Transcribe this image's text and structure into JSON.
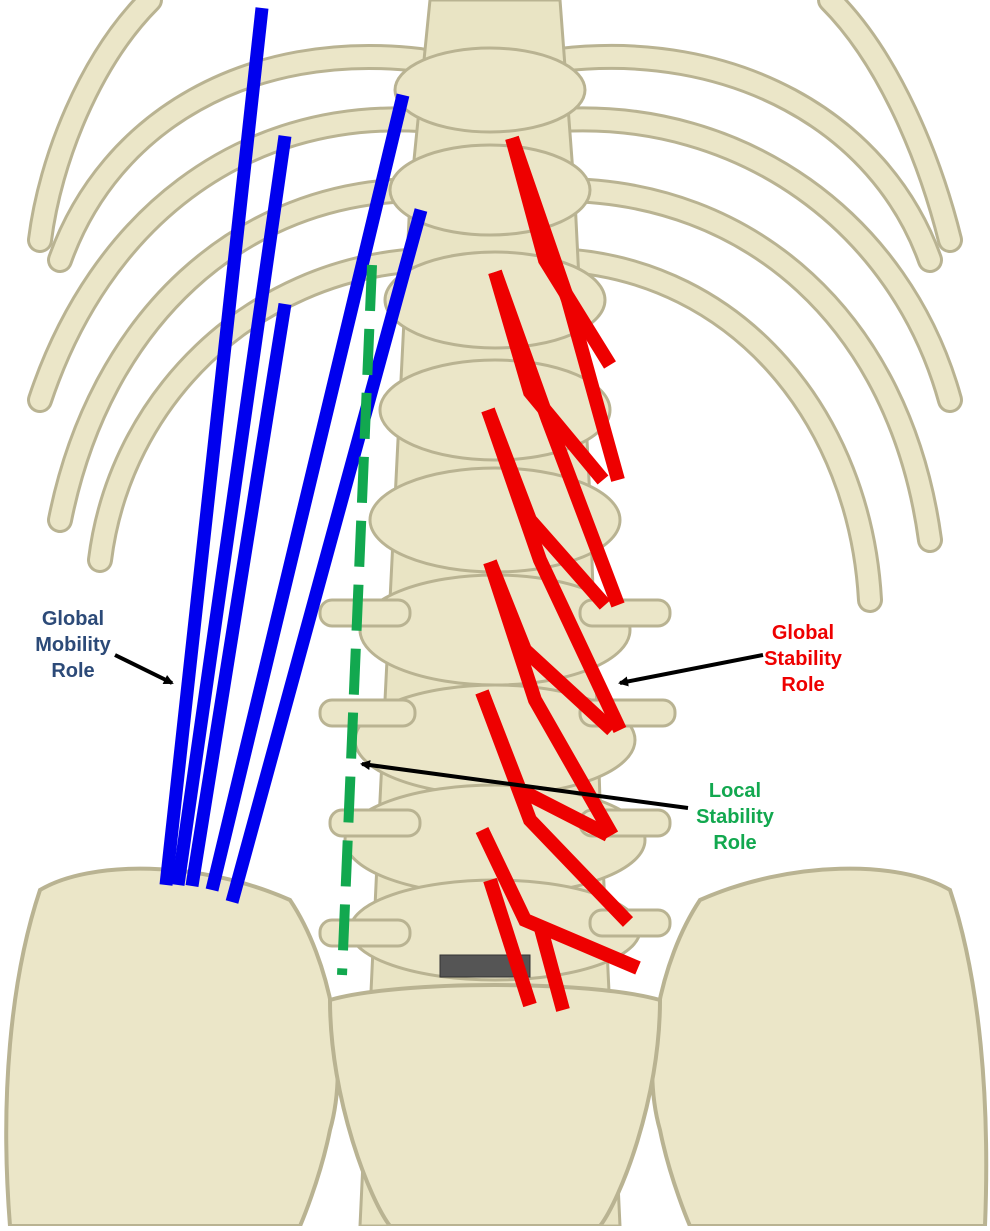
{
  "diagram": {
    "labels": {
      "global_mobility": [
        "Global",
        "Mobility",
        "Role"
      ],
      "global_stability": [
        "Global",
        "Stability",
        "Role"
      ],
      "local_stability": [
        "Local",
        "Stability",
        "Role"
      ]
    },
    "colors": {
      "mobility_text": "#2c4a78",
      "mobility_lines": "#0000ee",
      "global_stability": "#ee0000",
      "local_stability": "#12a84f",
      "arrow": "#000000",
      "bone": "#ebe6c8",
      "bone_shadow": "#b9b392",
      "background": "#ffffff"
    }
  }
}
